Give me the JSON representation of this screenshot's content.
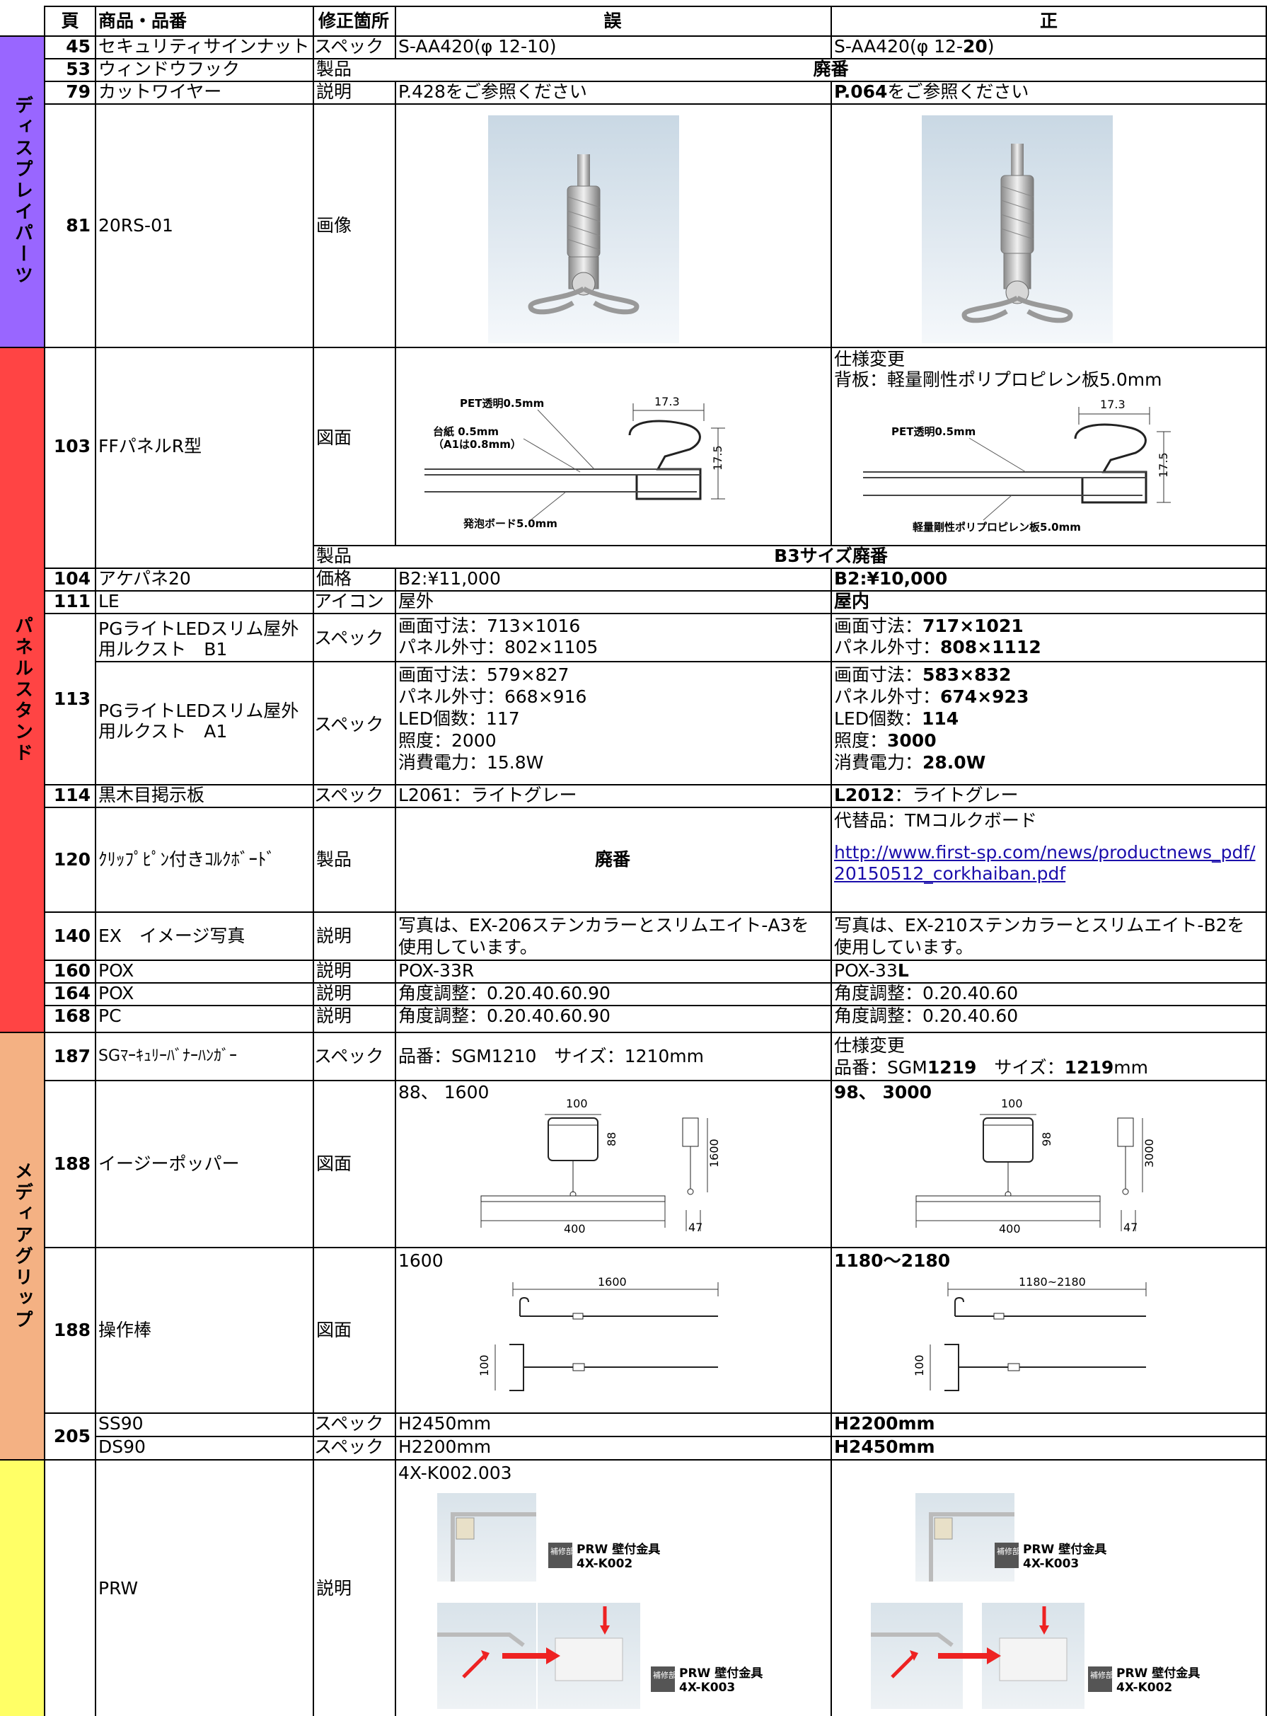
{
  "header": {
    "page": "頁",
    "product": "商品・品番",
    "field": "修正箇所",
    "wrong": "誤",
    "right": "正"
  },
  "sections": [
    {
      "name": "ディスプレイパーツ",
      "color": "#9966ff"
    },
    {
      "name": "パネルスタンド",
      "color": "#ff4444"
    },
    {
      "name": "メディアグリップ",
      "color": "#f4b183"
    },
    {
      "name": "",
      "color": "#ffff66"
    }
  ],
  "rows": {
    "r45": {
      "page": "45",
      "product": "セキュリティサインナット",
      "field": "スペック",
      "wrong": "S-AA420(φ 12-10)",
      "right_a": "S-AA420(φ 12-",
      "right_b": "20",
      "right_c": ")"
    },
    "r53": {
      "page": "53",
      "product": "ウィンドウフック",
      "field": "製品",
      "merged": "廃番"
    },
    "r79": {
      "page": "79",
      "product": "カットワイヤー",
      "field": "説明",
      "wrong": "P.428をご参照ください",
      "right_a": "P.064",
      "right_b": "をご参照ください"
    },
    "r81": {
      "page": "81",
      "product": "20RS-01",
      "field": "画像"
    },
    "r103": {
      "page": "103",
      "product": "FFパネルR型",
      "field": "図面",
      "right_l1": "仕様変更",
      "right_l2": "背板：軽量剛性ポリプロピレン板5.0mm",
      "fig_wrong": {
        "pet": "PET透明0.5mm",
        "daishi1": "台紙 0.5mm",
        "daishi2": "（A1は0.8mm）",
        "foam": "発泡ボード5.0mm",
        "w": "17.3",
        "h": "17.5"
      },
      "fig_right": {
        "pet": "PET透明0.5mm",
        "pp": "軽量剛性ポリプロピレン板5.0mm",
        "w": "17.3",
        "h": "17.5"
      }
    },
    "r103b": {
      "field": "製品",
      "merged": "B3サイズ廃番"
    },
    "r104": {
      "page": "104",
      "product": "アケパネ20",
      "field": "価格",
      "wrong": "B2:¥11,000",
      "right": "B2:¥10,000"
    },
    "r111": {
      "page": "111",
      "product": "LE",
      "field": "アイコン",
      "wrong": "屋外",
      "right": "屋内"
    },
    "r113a": {
      "page": "113",
      "product_l1": "PGライトLEDスリム屋外",
      "product_l2": "用ルクスト　B1",
      "field": "スペック",
      "wrong_l1": "画面寸法：713×1016",
      "wrong_l2": "パネル外寸：802×1105",
      "right_l1a": "画面寸法：",
      "right_l1b": "717×1021",
      "right_l2a": "パネル外寸：",
      "right_l2b": "808×1112"
    },
    "r113b": {
      "product_l1": "PGライトLEDスリム屋外",
      "product_l2": "用ルクスト　A1",
      "field": "スペック",
      "wrong": [
        "画面寸法：579×827",
        "パネル外寸：668×916",
        "LED個数：117",
        "照度：2000",
        "消費電力：15.8W"
      ],
      "right_a": [
        "画面寸法：",
        "パネル外寸：",
        "LED個数：",
        "照度：",
        "消費電力："
      ],
      "right_b": [
        "583×832",
        "674×923",
        "114",
        "3000",
        "28.0W"
      ]
    },
    "r114": {
      "page": "114",
      "product": "黒木目掲示板",
      "field": "スペック",
      "wrong": "L2061：ライトグレー",
      "right_a": "L2012",
      "right_b": "：ライトグレー"
    },
    "r120": {
      "page": "120",
      "product": "ｸﾘｯﾌﾟﾋﾟﾝ付きｺﾙｸﾎﾞｰﾄﾞ",
      "field": "製品",
      "wrong": "廃番",
      "right_l1": "代替品：TMコルクボード",
      "link": "http://www.first-sp.com/news/productnews_pdf/20150512_corkhaiban.pdf"
    },
    "r140": {
      "page": "140",
      "product": "EX　イメージ写真",
      "field": "説明",
      "wrong_l1": "写真は、EX-206ステンカラーとスリムエイト-A3を",
      "wrong_l2": "使用しています。",
      "right_l1": "写真は、EX-210ステンカラーとスリムエイト-B2を",
      "right_l2": "使用しています。"
    },
    "r160": {
      "page": "160",
      "product": "POX",
      "field": "説明",
      "wrong": "POX-33R",
      "right_a": "POX-33",
      "right_b": "L"
    },
    "r164": {
      "page": "164",
      "product": "POX",
      "field": "説明",
      "wrong": "角度調整：0.20.40.60.90",
      "right": "角度調整：0.20.40.60"
    },
    "r168": {
      "page": "168",
      "product": "PC",
      "field": "説明",
      "wrong": "角度調整：0.20.40.60.90",
      "right": "角度調整：0.20.40.60"
    },
    "r187": {
      "page": "187",
      "product": "SGﾏｰｷｭﾘｰﾊﾞﾅｰﾊﾝｶﾞｰ",
      "field": "スペック",
      "wrong": "品番：SGM1210　サイズ：1210mm",
      "right_l1": "仕様変更",
      "right_l2a": "品番：SGM",
      "right_l2b": "1219",
      "right_l2c": "　サイズ：",
      "right_l2d": "1219",
      "right_l2e": "mm"
    },
    "r188a": {
      "page": "188",
      "product": "イージーポッパー",
      "field": "図面",
      "wrong": "88、 1600",
      "right": "98、 3000",
      "fig_wrong": {
        "w": "100",
        "h": "88",
        "bar": "400",
        "s": "47",
        "t": "1600"
      },
      "fig_right": {
        "w": "100",
        "h": "98",
        "bar": "400",
        "s": "47",
        "t": "3000"
      }
    },
    "r188b": {
      "page": "188",
      "product": "操作棒",
      "field": "図面",
      "wrong": "1600",
      "right": "1180～2180",
      "fig_wrong": {
        "len": "1600",
        "h": "100"
      },
      "fig_right": {
        "len": "1180~2180",
        "h": "100"
      }
    },
    "r205": {
      "page": "205",
      "a_product": "SS90",
      "a_field": "スペック",
      "a_wrong": "H2450mm",
      "a_right": "H2200mm",
      "b_product": "DS90",
      "b_field": "スペック",
      "b_wrong": "H2200mm",
      "b_right": "H2450mm"
    },
    "rPRW": {
      "product": "PRW",
      "field": "説明",
      "wrong": "4X-K002.003",
      "fig_wrong": {
        "tag": "補修部品",
        "label1": "PRW 壁付金具",
        "code1": "4X-K002",
        "label2": "PRW 壁付金具",
        "code2": "4X-K003"
      },
      "fig_right": {
        "tag": "補修部品",
        "label1": "PRW 壁付金具",
        "code1": "4X-K003",
        "label2": "PRW 壁付金具",
        "code2": "4X-K002"
      }
    }
  }
}
